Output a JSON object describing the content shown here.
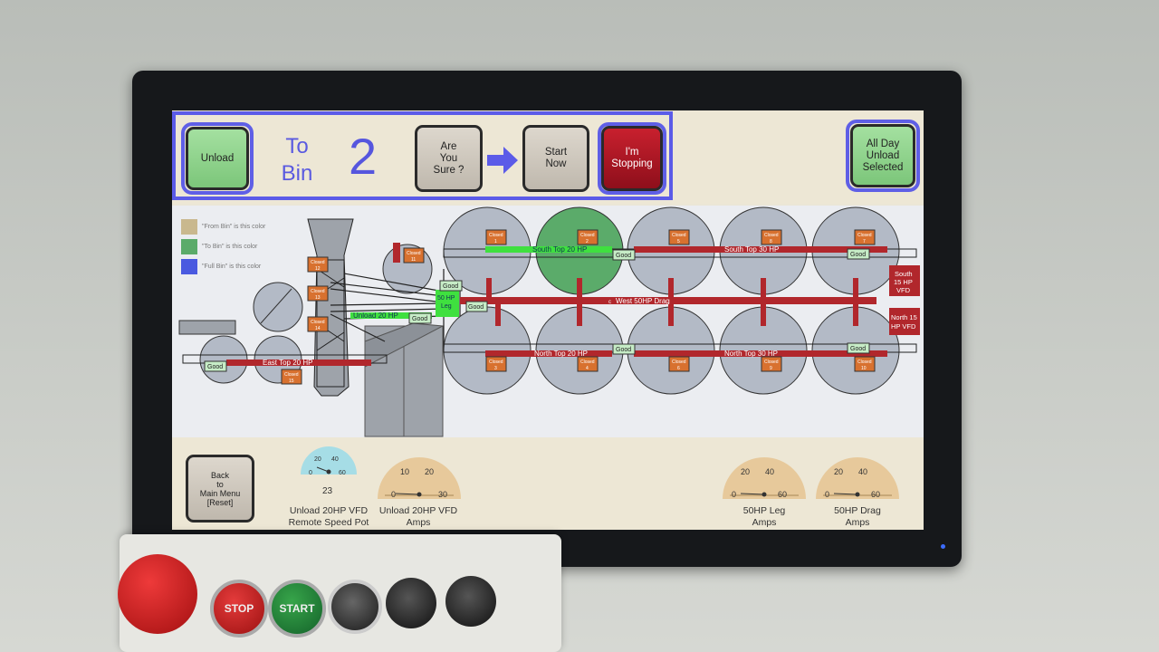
{
  "top": {
    "unload": "Unload",
    "to": "To",
    "bin": "Bin",
    "bin_number": "2",
    "are_you_sure": [
      "Are",
      "You",
      "Sure ?"
    ],
    "start_now": [
      "Start",
      "Now"
    ],
    "stopping": [
      "I'm",
      "Stopping"
    ],
    "all_day": [
      "All Day",
      "Unload",
      "Selected"
    ]
  },
  "legend": [
    {
      "label": "\"From Bin\" is this color",
      "color": "#c9b88e"
    },
    {
      "label": "\"To Bin\" is this color",
      "color": "#5bab6a"
    },
    {
      "label": "\"Full Bin\" is this color",
      "color": "#4a5ae0"
    }
  ],
  "diagram": {
    "conveyors": {
      "south_top_20": "South Top 20 HP",
      "south_top_30": "South Top 30 HP",
      "west_drag": "West 50HP Drag",
      "north_top_20": "North Top 20 HP",
      "north_top_30": "North Top 30 HP",
      "east_top_20": "East Top 20 HP",
      "unload_20": "Unload 20 HP"
    },
    "leg": [
      "50 HP",
      "Leg"
    ],
    "south_vfd": [
      "South",
      "15 HP",
      "VFD"
    ],
    "north_vfd": [
      "North 15",
      "HP VFD"
    ],
    "status_good": "Good",
    "gate_closed": "Closed",
    "gate_numbers": [
      "1",
      "2",
      "5",
      "8",
      "7",
      "3",
      "4",
      "6",
      "9",
      "10",
      "11",
      "12",
      "13",
      "14",
      "15"
    ],
    "drag_marker": "c"
  },
  "gauges": {
    "speed_pot": {
      "ticks": [
        "20",
        "40",
        "0",
        "60"
      ],
      "value": "23",
      "label": [
        "Unload 20HP VFD",
        "Remote Speed Pot"
      ]
    },
    "unload_amps": {
      "ticks": [
        "10",
        "20",
        "0",
        "30"
      ],
      "label": [
        "Unload 20HP VFD",
        "Amps"
      ]
    },
    "leg_amps": {
      "ticks": [
        "20",
        "40",
        "0",
        "60"
      ],
      "label": [
        "50HP Leg",
        "Amps"
      ]
    },
    "drag_amps": {
      "ticks": [
        "20",
        "40",
        "0",
        "60"
      ],
      "label": [
        "50HP Drag",
        "Amps"
      ]
    }
  },
  "back_button": [
    "Back",
    "to",
    "Main Menu",
    "[Reset]"
  ],
  "panel": {
    "stop": "STOP",
    "start": "START"
  },
  "colors": {
    "accent_blue": "#5b5be8",
    "run_green": "#3fe03f",
    "drag_red": "#b1272c",
    "gate_orange": "#d8712f",
    "bin_gray": "#b3bac6"
  }
}
